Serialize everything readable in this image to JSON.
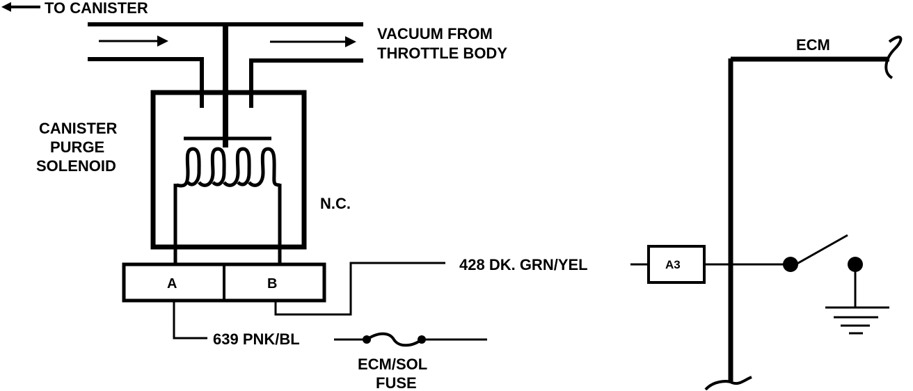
{
  "labels": {
    "to_canister": "TO CANISTER",
    "vacuum_line1": "VACUUM FROM",
    "vacuum_line2": "THROTTLE BODY",
    "component_line1": "CANISTER",
    "component_line2": "PURGE",
    "component_line3": "SOLENOID",
    "normally_closed": "N.C.",
    "pin_a": "A",
    "pin_b": "B",
    "wire_428": "428 DK. GRN/YEL",
    "wire_639": "639 PNK/BL",
    "fuse_line1": "ECM/SOL",
    "fuse_line2": "FUSE",
    "ecm": "ECM",
    "ecm_terminal": "A3"
  },
  "colors": {
    "ink": "#000000",
    "background": "#ffffff"
  }
}
